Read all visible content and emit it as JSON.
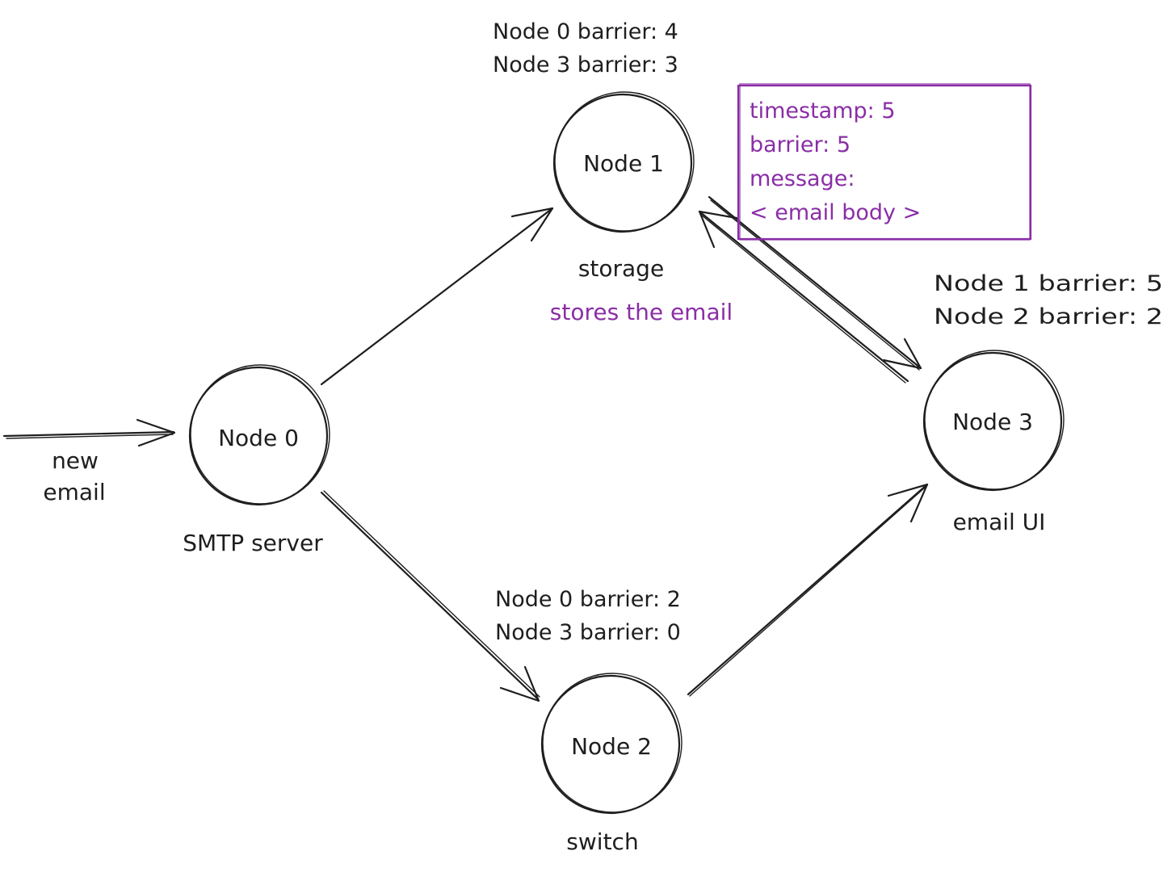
{
  "nodes": [
    {
      "id": "node0",
      "label": "Node 0",
      "role": "SMTP server"
    },
    {
      "id": "node1",
      "label": "Node 1",
      "role": "storage",
      "note": "stores the email",
      "barriers": [
        "Node 0 barrier: 4",
        "Node 3 barrier: 3"
      ]
    },
    {
      "id": "node2",
      "label": "Node 2",
      "role": "switch",
      "barriers": [
        "Node 0 barrier: 2",
        "Node 3 barrier: 0"
      ]
    },
    {
      "id": "node3",
      "label": "Node 3",
      "role": "email UI",
      "barriers": [
        "Node 1 barrier:  5",
        "Node 2 barrier: 2"
      ]
    }
  ],
  "input": {
    "line1": "new",
    "line2": "email"
  },
  "message_box": {
    "timestamp": "timestamp: 5",
    "barrier": "barrier: 5",
    "message": "message:",
    "body": "< email body >"
  },
  "colors": {
    "ink": "#1e1e1e",
    "accent": "#8a2ea6"
  }
}
